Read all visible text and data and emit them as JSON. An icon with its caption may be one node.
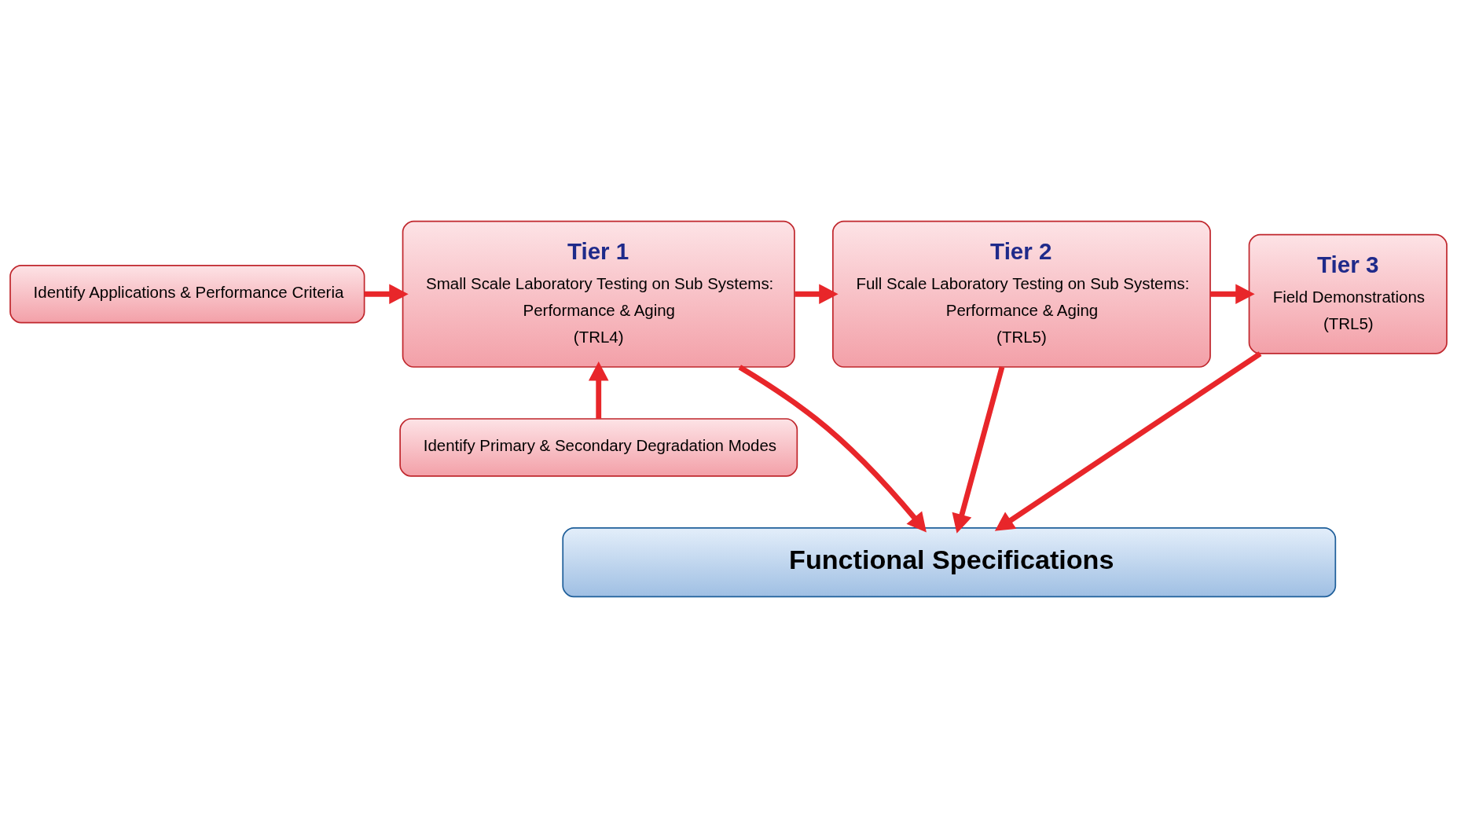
{
  "diagram": {
    "nodes": [
      {
        "text": [
          "Identify Applications & Performance Criteria"
        ]
      },
      {
        "text": [
          "Identify Primary & Secondary Degradation Modes"
        ]
      },
      {
        "text": [
          "Tier 1",
          "Small Scale Laboratory Testing on Sub Systems:",
          "Performance & Aging",
          "(TRL4)"
        ]
      },
      {
        "text": [
          "Tier 2",
          "Full Scale Laboratory Testing on Sub Systems:",
          "Performance & Aging",
          "(TRL5)"
        ]
      },
      {
        "text": [
          "Tier 3",
          "Field Demonstrations",
          "(TRL5)"
        ]
      },
      {
        "text": [
          "Functional Specifications"
        ]
      }
    ],
    "edges": [
      {
        "from": 0,
        "to": 2,
        "arrow": "to"
      },
      {
        "from": 1,
        "to": 2,
        "arrow": "to"
      },
      {
        "from": 2,
        "to": 3,
        "arrow": "to"
      },
      {
        "from": 3,
        "to": 4,
        "arrow": "to"
      },
      {
        "from": 2,
        "to": 5,
        "arrow": "to"
      },
      {
        "from": 3,
        "to": 5,
        "arrow": "to"
      },
      {
        "from": 4,
        "to": 5,
        "arrow": "to"
      }
    ]
  }
}
